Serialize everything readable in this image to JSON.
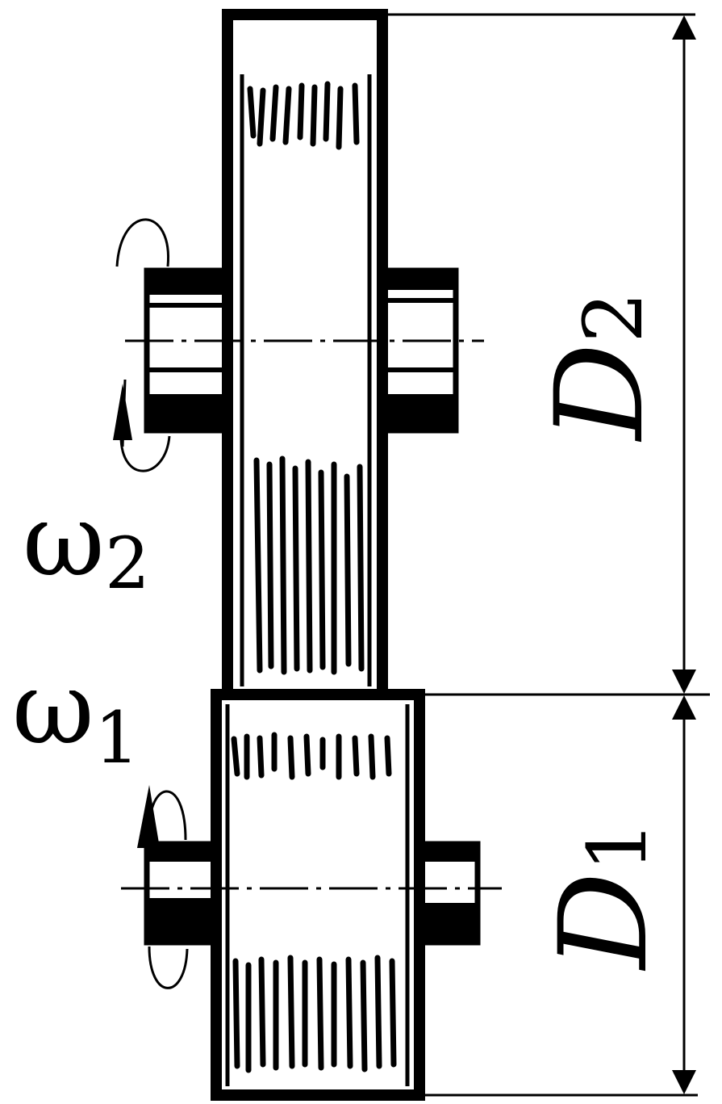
{
  "labels": {
    "omega2": {
      "symbol": "ω",
      "subscript": "2"
    },
    "omega1": {
      "symbol": "ω",
      "subscript": "1"
    },
    "d2": {
      "symbol": "D",
      "subscript": "2"
    },
    "d1": {
      "symbol": "D",
      "subscript": "1"
    }
  },
  "colors": {
    "ink": "#000000",
    "paper": "#ffffff"
  }
}
